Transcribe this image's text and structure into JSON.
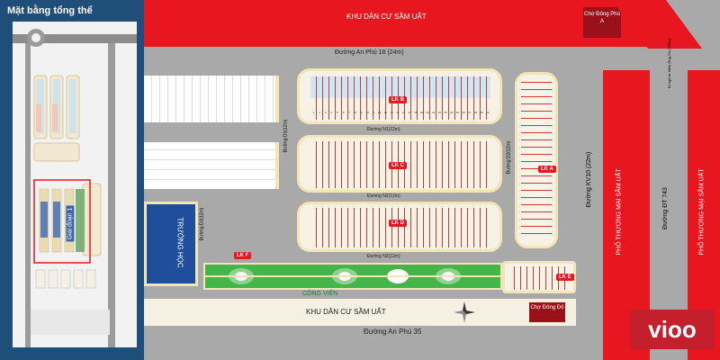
{
  "overview": {
    "title": "Mặt bằng tổng thể",
    "phase_label": "Giai đoạn 1"
  },
  "map": {
    "top_residential": "KHU DÂN CƯ SẦM UẤT",
    "bottom_residential": "KHU DÂN CƯ SẦM UẤT",
    "market_a": "Chợ Đông Phú A",
    "market_b": "Chợ Đông Đô",
    "road_top": "Đường An Phú 18 (24m)",
    "road_bottom": "Đường An Phú 35",
    "road_n1": "Đường N1(12m)",
    "road_n2": "Đường N2(12m)",
    "road_n3": "Đường N3(12m)",
    "road_d1": "Đường D1(12m)",
    "road_d2": "Đường D2(12m)",
    "road_d3": "Đường D3(12m)",
    "road_kv10": "Đường KV10 (22m)",
    "road_dt743": "Đường ĐT 743",
    "commercial_street_1": "PHỐ THƯƠNG MẠI SẦM UẤT",
    "commercial_street_2": "PHỐ THƯƠNG MẠI SẦM UẤT",
    "school": "TRƯỜNG HỌC",
    "park": "CÔNG VIÊN",
    "side_note": "Đi ngã tư Miếu Ông Cù (500m)"
  },
  "block_labels": [
    "LK B",
    "LK C",
    "LK D",
    "LK A",
    "LK F",
    "LK E"
  ],
  "lot_numbers_top": [
    "1",
    "2",
    "3",
    "4",
    "5",
    "6",
    "7",
    "8",
    "9",
    "10",
    "11",
    "12",
    "13",
    "14",
    "15",
    "16",
    "17",
    "18",
    "19",
    "20",
    "21",
    "22",
    "23",
    "24",
    "25",
    "26",
    "27",
    "28",
    "29",
    "30"
  ],
  "brand": {
    "logo_text": "vioo",
    "accent": "#e8161f",
    "panel_color": "#1f4e79"
  }
}
